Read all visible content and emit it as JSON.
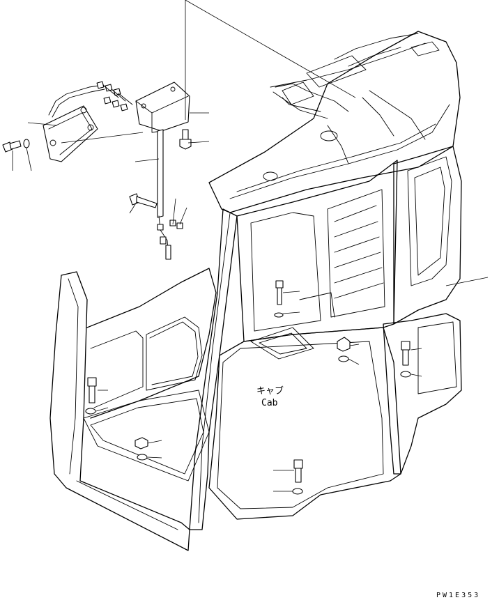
{
  "diagram": {
    "cab_label_jp": "キャブ",
    "cab_label_en": "Cab",
    "drawing_code": "PW1E353"
  }
}
